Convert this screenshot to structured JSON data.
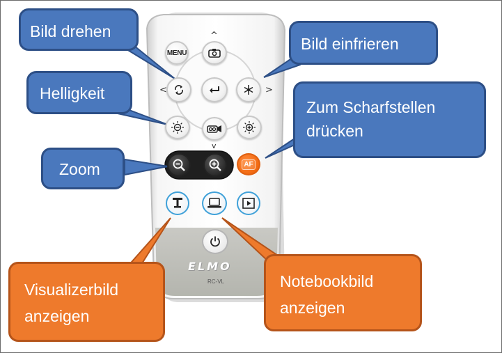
{
  "callouts": {
    "rotate": "Bild drehen",
    "freeze": "Bild einfrieren",
    "brightness": "Helligkeit",
    "focus": [
      "Zum Scharfstellen",
      "drücken"
    ],
    "zoom": "Zoom",
    "visualizer": [
      "Visualizerbild",
      "anzeigen"
    ],
    "notebook": [
      "Notebookbild",
      "anzeigen"
    ]
  },
  "remote": {
    "menu_label": "MENU",
    "af_label": "AF",
    "brand": "ELMO",
    "model": "RC-VL",
    "chevron_up": "^",
    "chevron_down": "v",
    "chevron_left": "<",
    "chevron_right": ">"
  },
  "colors": {
    "callout_blue": "#4a78bd",
    "callout_orange": "#ee7a2c",
    "ring_blue": "#3fa1d9",
    "af_orange": "#f26a12"
  },
  "icons": [
    "camera-icon",
    "rotate-icon",
    "enter-icon",
    "freeze-snowflake-icon",
    "brightness-down-icon",
    "video-icon",
    "brightness-up-icon",
    "zoom-out-icon",
    "zoom-in-icon",
    "visualizer-icon",
    "laptop-icon",
    "play-icon",
    "power-icon"
  ]
}
